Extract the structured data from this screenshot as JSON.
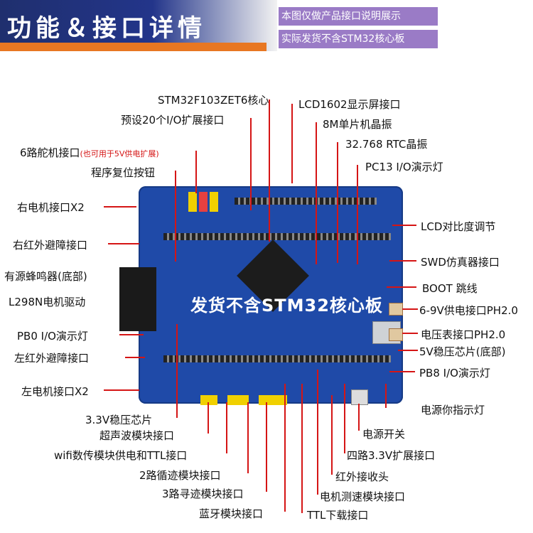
{
  "header": {
    "title": "功能＆接口详情",
    "note_line1": "本图仅做产品接口说明展示",
    "note_line2": "实际发货不含STM32核心板"
  },
  "board": {
    "watermark": "发货不含STM32核心板"
  },
  "labels": {
    "stm32": "STM32F103ZET6核心",
    "io_ext": "预设20个I/O扩展接口",
    "servo": "6路舵机接口",
    "servo_note": "(也可用于5V供电扩展)",
    "reset": "程序复位按钮",
    "right_motor": "右电机接口X2",
    "right_ir": "右红外避障接口",
    "buzzer": "有源蜂鸣器(底部)",
    "l298n": "L298N电机驱动",
    "pb0": "PB0 I/O演示灯",
    "left_ir": "左红外避障接口",
    "left_motor": "左电机接口X2",
    "reg33": "3.3V稳压芯片",
    "ultrasonic": "超声波模块接口",
    "wifi": "wifi数传模块供电和TTL接口",
    "track2": "2路循迹模块接口",
    "track3": "3路寻迹模块接口",
    "bluetooth": "蓝牙模块接口",
    "lcd1602": "LCD1602显示屏接口",
    "crystal8m": "8M单片机晶振",
    "rtc": "32.768 RTC晶振",
    "pc13": "PC13 I/O演示灯",
    "lcd_contrast": "LCD对比度调节",
    "swd": "SWD仿真器接口",
    "boot": "BOOT 跳线",
    "power69": "6-9V供电接口PH2.0",
    "voltmeter": "电压表接口PH2.0",
    "reg5v": "5V稳压芯片(底部)",
    "pb8": "PB8 I/O演示灯",
    "power_led": "电源你指示灯",
    "power_switch": "电源开关",
    "ext33": "四路3.3V扩展接口",
    "ir_recv": "红外接收头",
    "motor_speed": "电机测速模块接口",
    "ttl": "TTL下载接口"
  },
  "colors": {
    "accent": "#d51515",
    "board": "#1f4aa8",
    "title_bg": "#23358a",
    "note_bg": "#9a7bc6",
    "orange": "#e87722"
  }
}
